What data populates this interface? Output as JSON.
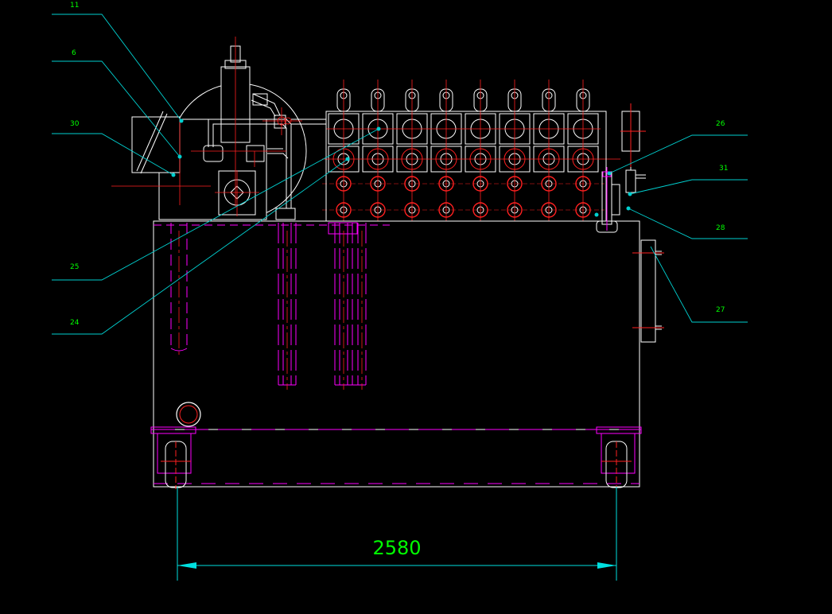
{
  "drawing": {
    "colors": {
      "background": "#000000",
      "outline": "#ffffff",
      "pipe": "#ff00ff",
      "leader": "#00d0d0",
      "label": "#00ff00",
      "accent": "#ff2020",
      "dimension": "#00e0e0"
    },
    "callouts": [
      {
        "id": "c11",
        "text": "11"
      },
      {
        "id": "c6",
        "text": "6"
      },
      {
        "id": "c30",
        "text": "30"
      },
      {
        "id": "c25",
        "text": "25"
      },
      {
        "id": "c24",
        "text": "24"
      },
      {
        "id": "c26",
        "text": "26"
      },
      {
        "id": "c31",
        "text": "31"
      },
      {
        "id": "c28",
        "text": "28"
      },
      {
        "id": "c27",
        "text": "27"
      }
    ],
    "dimension": {
      "text": "2580"
    },
    "valve_stations": 8
  }
}
